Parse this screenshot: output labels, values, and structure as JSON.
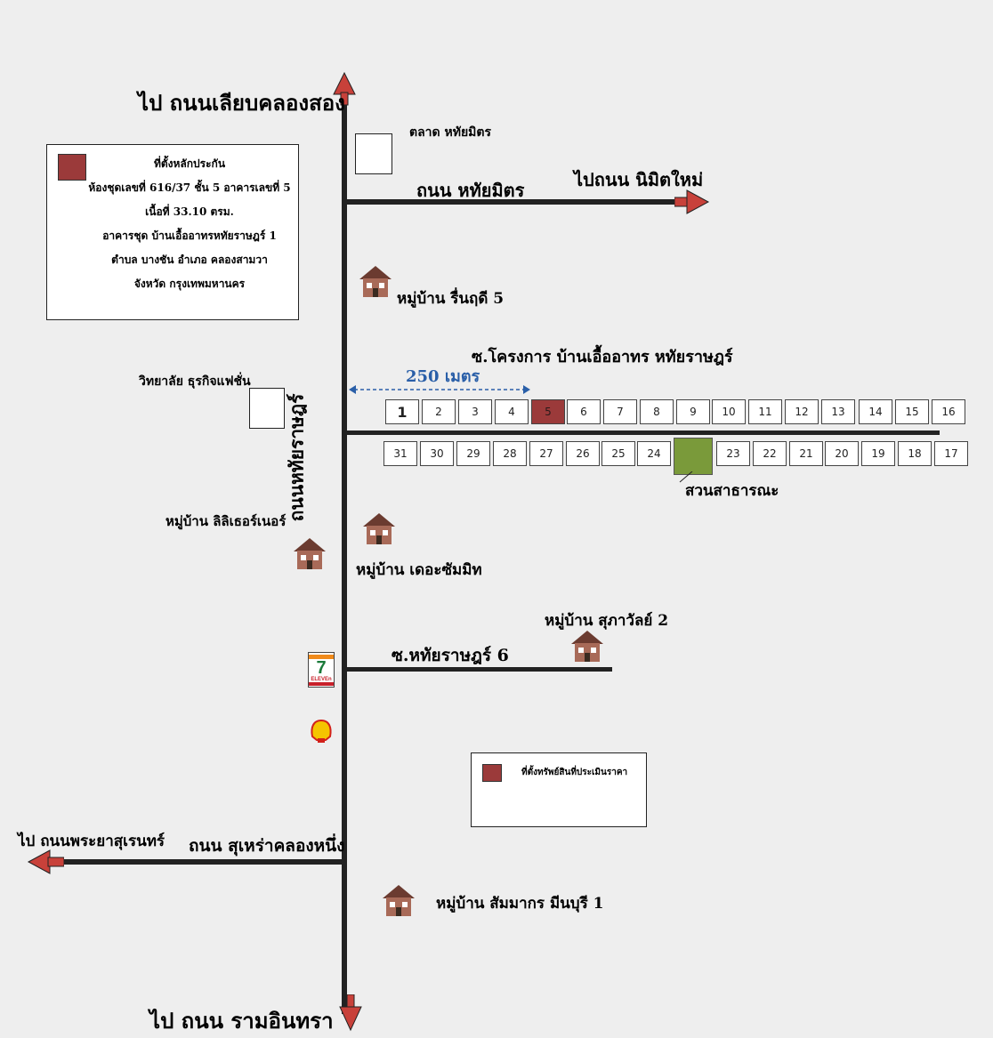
{
  "road_labels": {
    "north": "ไป ถนนเลียบคลองสอง",
    "east": "ไปถนน นิมิตใหม่",
    "west": "ไป ถนนพระยาสุเรนทร์",
    "south": "ไป ถนน รามอินทรา",
    "main_vertical": "ถนนหทัยราษฎร์",
    "hathaimit": "ถนน หทัยมิตร",
    "suhra": "ถนน สุเหร่าคลองหนึ่ง",
    "soi_project": "ซ.โครงการ บ้านเอื้ออาทร หทัยราษฎร์",
    "soi_6": "ซ.หทัยราษฎร์ 6"
  },
  "landmarks": {
    "market": "ตลาด หทัยมิตร",
    "college": "วิทยาลัย ธุรกิจแฟชั่น",
    "village_rinrudee": "หมู่บ้าน รื่นฤดี 5",
    "village_liberty": "หมู่บ้าน ลิลิเธอร์เนอร์",
    "village_summit": "หมู่บ้าน เดอะซัมมิท",
    "village_supawan": "หมู่บ้าน สุภาวัลย์ 2",
    "village_sammakorn": "หมู่บ้าน สัมมากร มีนบุรี 1",
    "park": "สวนสาธารณะ",
    "distance": "250 เมตร"
  },
  "info_box": {
    "lines": [
      "ที่ตั้งหลักประกัน",
      "ห้องชุดเลขที่ 616/37 ชั้น 5 อาคารเลขที่ 5",
      "เนื้อที่ 33.10 ตรม.",
      "อาคารชุด บ้านเอื้ออาทรหทัยราษฎร์ 1",
      "ตำบล บางชัน อำเภอ คลองสามวา",
      "จังหวัด กรุงเทพมหานคร"
    ]
  },
  "legend": {
    "label": "ที่ตั้งทรัพย์สินที่ประเมินราคา"
  },
  "plots_top": [
    "1",
    "2",
    "3",
    "4",
    "5",
    "6",
    "7",
    "8",
    "9",
    "10",
    "11",
    "12",
    "13",
    "14",
    "15",
    "16"
  ],
  "plots_bottom": [
    "31",
    "30",
    "29",
    "28",
    "27",
    "26",
    "25",
    "24",
    "23",
    "22",
    "21",
    "20",
    "19",
    "18",
    "17"
  ],
  "icons": {
    "seven_eleven": "7-eleven-logo",
    "shell": "shell-logo",
    "seven_text": "7",
    "seven_sub": "ELEVEn"
  },
  "colors": {
    "subject_plot": "#9b3a3a",
    "park": "#7a9a3a",
    "road": "#222222",
    "arrow": "#c8413a",
    "distance": "#2a5fa8"
  }
}
